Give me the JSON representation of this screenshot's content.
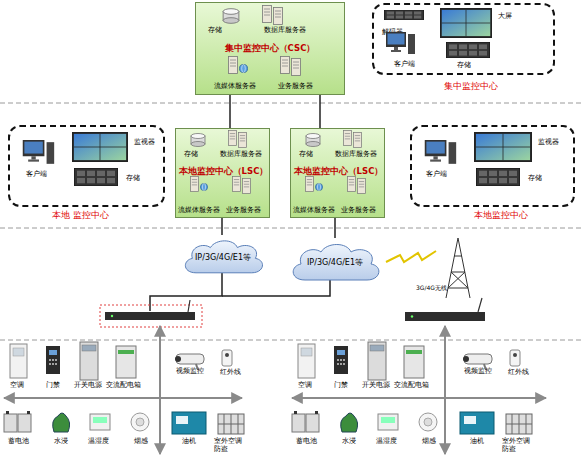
{
  "diagram": {
    "nodes": [
      {
        "text": [
          "存储",
          "数据库服务器",
          "集中监控中心（CSC）",
          "流媒体服务器",
          "业务服务器"
        ]
      },
      {
        "text": [
          "大屏",
          "解码器",
          "客户端",
          "存储",
          "集中监控中心"
        ]
      },
      {
        "text": [
          "监视器",
          "客户端",
          "存储",
          "本地 监控中心"
        ]
      },
      {
        "text": [
          "存储",
          "数据库服务器",
          "本地监控中心（LSC）",
          "流媒体服务器",
          "业务服务器"
        ]
      },
      {
        "text": [
          "存储",
          "数据库服务器",
          "本地监控中心（LSC）",
          "流媒体服务器",
          "业务服务器"
        ]
      },
      {
        "text": [
          "监视器",
          "客户端",
          "存储",
          "本地监控中心"
        ]
      },
      {
        "text": [
          "IP/3G/4G/E1等"
        ]
      },
      {
        "text": [
          "IP/3G/4G/E1等"
        ]
      }
    ],
    "edges": [
      {
        "from": 0,
        "to": 3,
        "arrow": "none"
      },
      {
        "from": 0,
        "to": 4,
        "arrow": "none"
      },
      {
        "from": 3,
        "to": 6,
        "arrow": "none"
      },
      {
        "from": 4,
        "to": 7,
        "arrow": "none"
      }
    ],
    "labels": [
      "3G/4G无线",
      "空调",
      "门禁",
      "开关电源",
      "交流配电箱",
      "视频监控",
      "红外线",
      "蓄电池",
      "水浸",
      "温湿度",
      "烟感",
      "油机",
      "室外空调防盗",
      "空调",
      "门禁",
      "开关电源",
      "交流配电箱",
      "视频监控",
      "红外线",
      "蓄电池",
      "水浸",
      "温湿度",
      "烟感",
      "油机",
      "室外空调防盗"
    ]
  }
}
